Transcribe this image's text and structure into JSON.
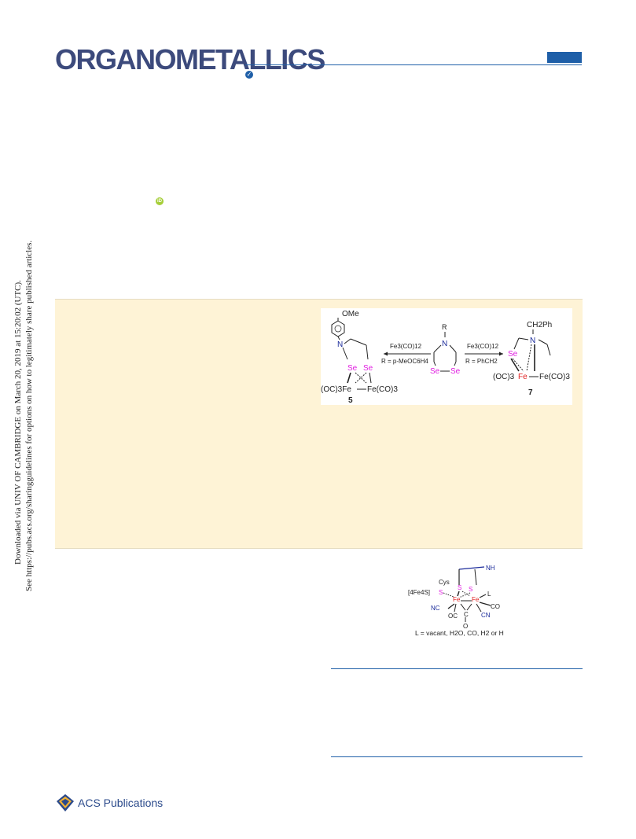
{
  "header": {
    "journal_name": "ORGANOMETALLICS",
    "check_icon": "check-icon"
  },
  "orcid_icon": "orcid-icon",
  "sidebar_notice": {
    "line1": "Downloaded via UNIV OF CAMBRIDGE on March 20, 2019 at 15:20:02 (UTC).",
    "line2": "See https://pubs.acs.org/sharingguidelines for options on how to legitimately share published articles."
  },
  "toc_graphic": {
    "left_compound": {
      "substituent": "OMe",
      "n": "N",
      "se1": "Se",
      "se2": "Se",
      "fe_left": "(OC)3Fe",
      "fe_right": "Fe(CO)3",
      "number": "5"
    },
    "left_arrow": {
      "reagent": "Fe3(CO)12",
      "condition": "R = p-MeOC6H4"
    },
    "center_compound": {
      "r": "R",
      "n": "N",
      "se1": "Se",
      "se2": "Se"
    },
    "right_arrow": {
      "reagent": "Fe3(CO)12",
      "condition": "R = PhCH2"
    },
    "right_compound": {
      "substituent": "CH2Ph",
      "n": "N",
      "se": "Se",
      "fe_left": "(OC)3",
      "fe_mid": "Fe",
      "fe_right": "Fe(CO)3",
      "number": "7"
    }
  },
  "figure_1": {
    "nh": "NH",
    "cys": "Cys",
    "cluster": "[4Fe4S]",
    "s_cys": "S",
    "s1": "S",
    "s2": "S",
    "fe1": "Fe",
    "fe2": "Fe",
    "l": "L",
    "nc": "NC",
    "oc": "OC",
    "c": "C",
    "o": "O",
    "co": "CO",
    "cn": "CN",
    "caption": "L = vacant, H2O, CO, H2 or H"
  },
  "footer": {
    "publisher": "ACS Publications"
  },
  "colors": {
    "brand_blue": "#1f5fa8",
    "logo_navy": "#3c4a7c",
    "abstract_bg": "#fef3d6",
    "selenium": "#e020e0",
    "iron": "#e02020",
    "nitrogen": "#1a2a9a"
  }
}
